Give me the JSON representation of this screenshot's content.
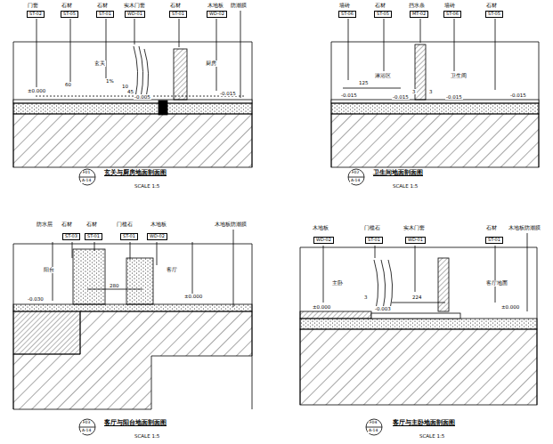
{
  "diagram": {
    "labels": [
      "门套",
      "ST-02",
      "石材",
      "ST-05",
      "石材",
      "ST-01",
      "实木门套",
      "WD-01",
      "石材",
      "ST-01",
      "木地板",
      "WD-02",
      "防潮膜",
      "玄关",
      "厨房",
      "±0.000",
      "60",
      "1%",
      "10",
      "45",
      "-0.005",
      "-0.015",
      "玄关与厨房地面剖面图",
      "SCALE 1:5",
      "F01",
      "A-14",
      "墙砖",
      "ST-06",
      "石材",
      "ST-05",
      "挡水条",
      "MT-02",
      "墙砖",
      "ST-06",
      "石材",
      "ST-05",
      "淋浴区",
      "卫生间",
      "125",
      "3",
      "3",
      "-0.015",
      "-0.015",
      "-0.015",
      "-0.015",
      "卫生间地面剖面图",
      "SCALE 1:5",
      "F02",
      "A-14",
      "防水层",
      "石材",
      "ST-03",
      "石材",
      "ST-01",
      "门槛石",
      "ST-01",
      "木地板",
      "WD-02",
      "木地板防潮膜",
      "阳台",
      "客厅",
      "280",
      "-0.030",
      "±0.000",
      "客厅与阳台地面剖面图",
      "SCALE 1:5",
      "F03",
      "A-14",
      "木地板",
      "WD-02",
      "门槛石",
      "ST-01",
      "实木门套",
      "WD-01",
      "石材",
      "ST-01",
      "木地板防潮膜",
      "主卧",
      "客厅地面",
      "±0.000",
      "-0.003",
      "224",
      "3",
      "±0.000",
      "客厅与主卧地面剖面图",
      "SCALE 1:5",
      "F04",
      "A-14"
    ]
  }
}
